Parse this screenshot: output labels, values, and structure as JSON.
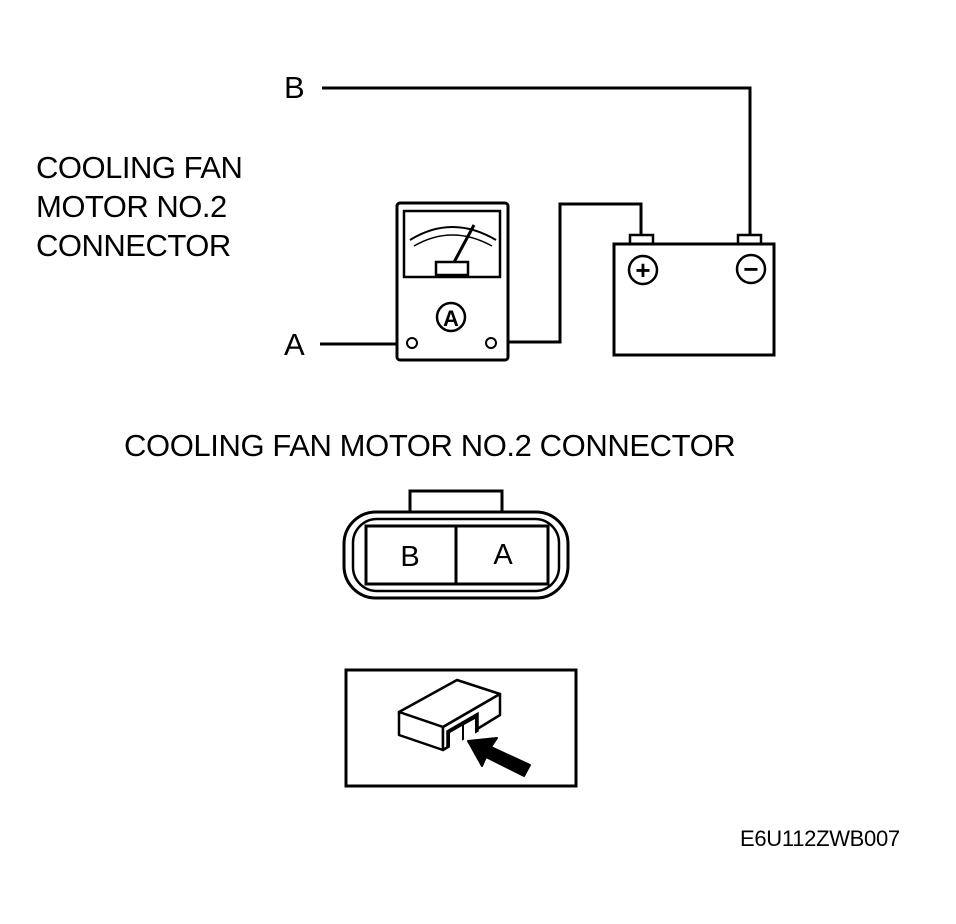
{
  "wire_labels": {
    "b": "B",
    "a": "A"
  },
  "side_caption": {
    "line1": "COOLING FAN",
    "line2": "MOTOR NO.2",
    "line3": "CONNECTOR"
  },
  "ammeter": {
    "symbol": "A"
  },
  "battery": {
    "positive_symbol": "+",
    "negative_symbol": "−"
  },
  "connector_title": "COOLING FAN MOTOR NO.2 CONNECTOR",
  "connector_pins": {
    "left": "B",
    "right": "A"
  },
  "figure_code": "E6U112ZWB007"
}
